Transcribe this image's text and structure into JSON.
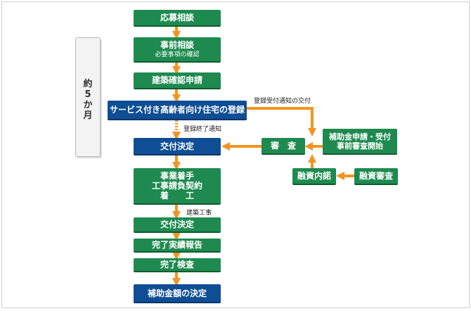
{
  "steps": {
    "s1": "応募相談",
    "s2_title": "事前相談",
    "s2_sub": "必要事項の確認",
    "s3": "建築確認申請",
    "s4": "サービス付き高齢者向け住宅の登録",
    "s5": "交付決定",
    "s6_lines": [
      "事業着手",
      "工事請負契約",
      "着　　工"
    ],
    "s7": "交付決定",
    "s8": "完了実績報告",
    "s9": "完了検査",
    "s10": "補助金額の決定"
  },
  "side": {
    "duration_chars": [
      "約",
      "5",
      "か",
      "月"
    ]
  },
  "right": {
    "review": "審　査",
    "application_lines": [
      "補助金申請・受付",
      "事前審査開始"
    ],
    "loan_consult": "融資内諾",
    "loan_review": "融資審査"
  },
  "labels": {
    "registration_notice": "登録受付通知の交付",
    "registration_complete": "登録終了通知",
    "construction": "建築工事"
  },
  "colors": {
    "green": "#1e8a4f",
    "blue": "#0f4e94",
    "arrow": "#f29422"
  }
}
